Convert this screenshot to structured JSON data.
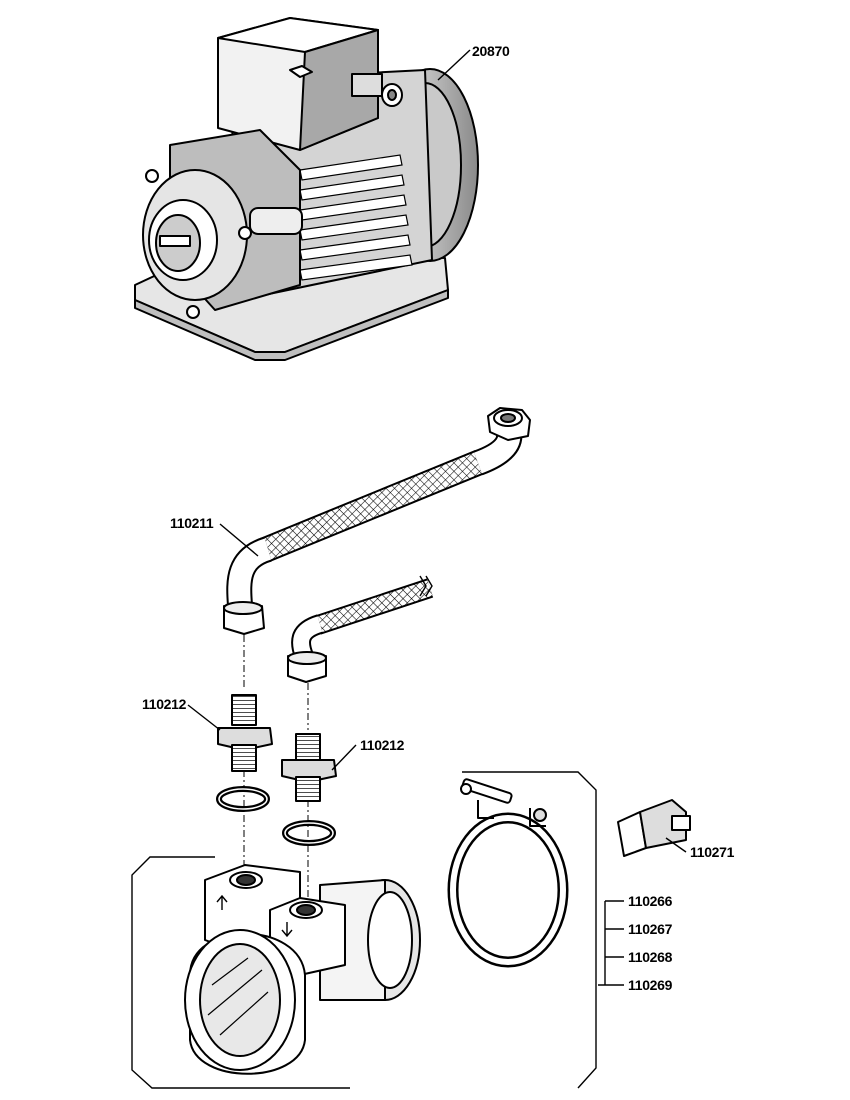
{
  "labels": {
    "motor": "20870",
    "hose": "110211",
    "fitting_left": "110212",
    "fitting_right": "110212",
    "switch": "110271",
    "clamp_1": "110266",
    "clamp_2": "110267",
    "clamp_3": "110268",
    "clamp_4": "110269"
  },
  "colors": {
    "ink": "#000000",
    "shade": "#9a9a9a",
    "light": "#d8d8d8",
    "paper": "#ffffff"
  }
}
